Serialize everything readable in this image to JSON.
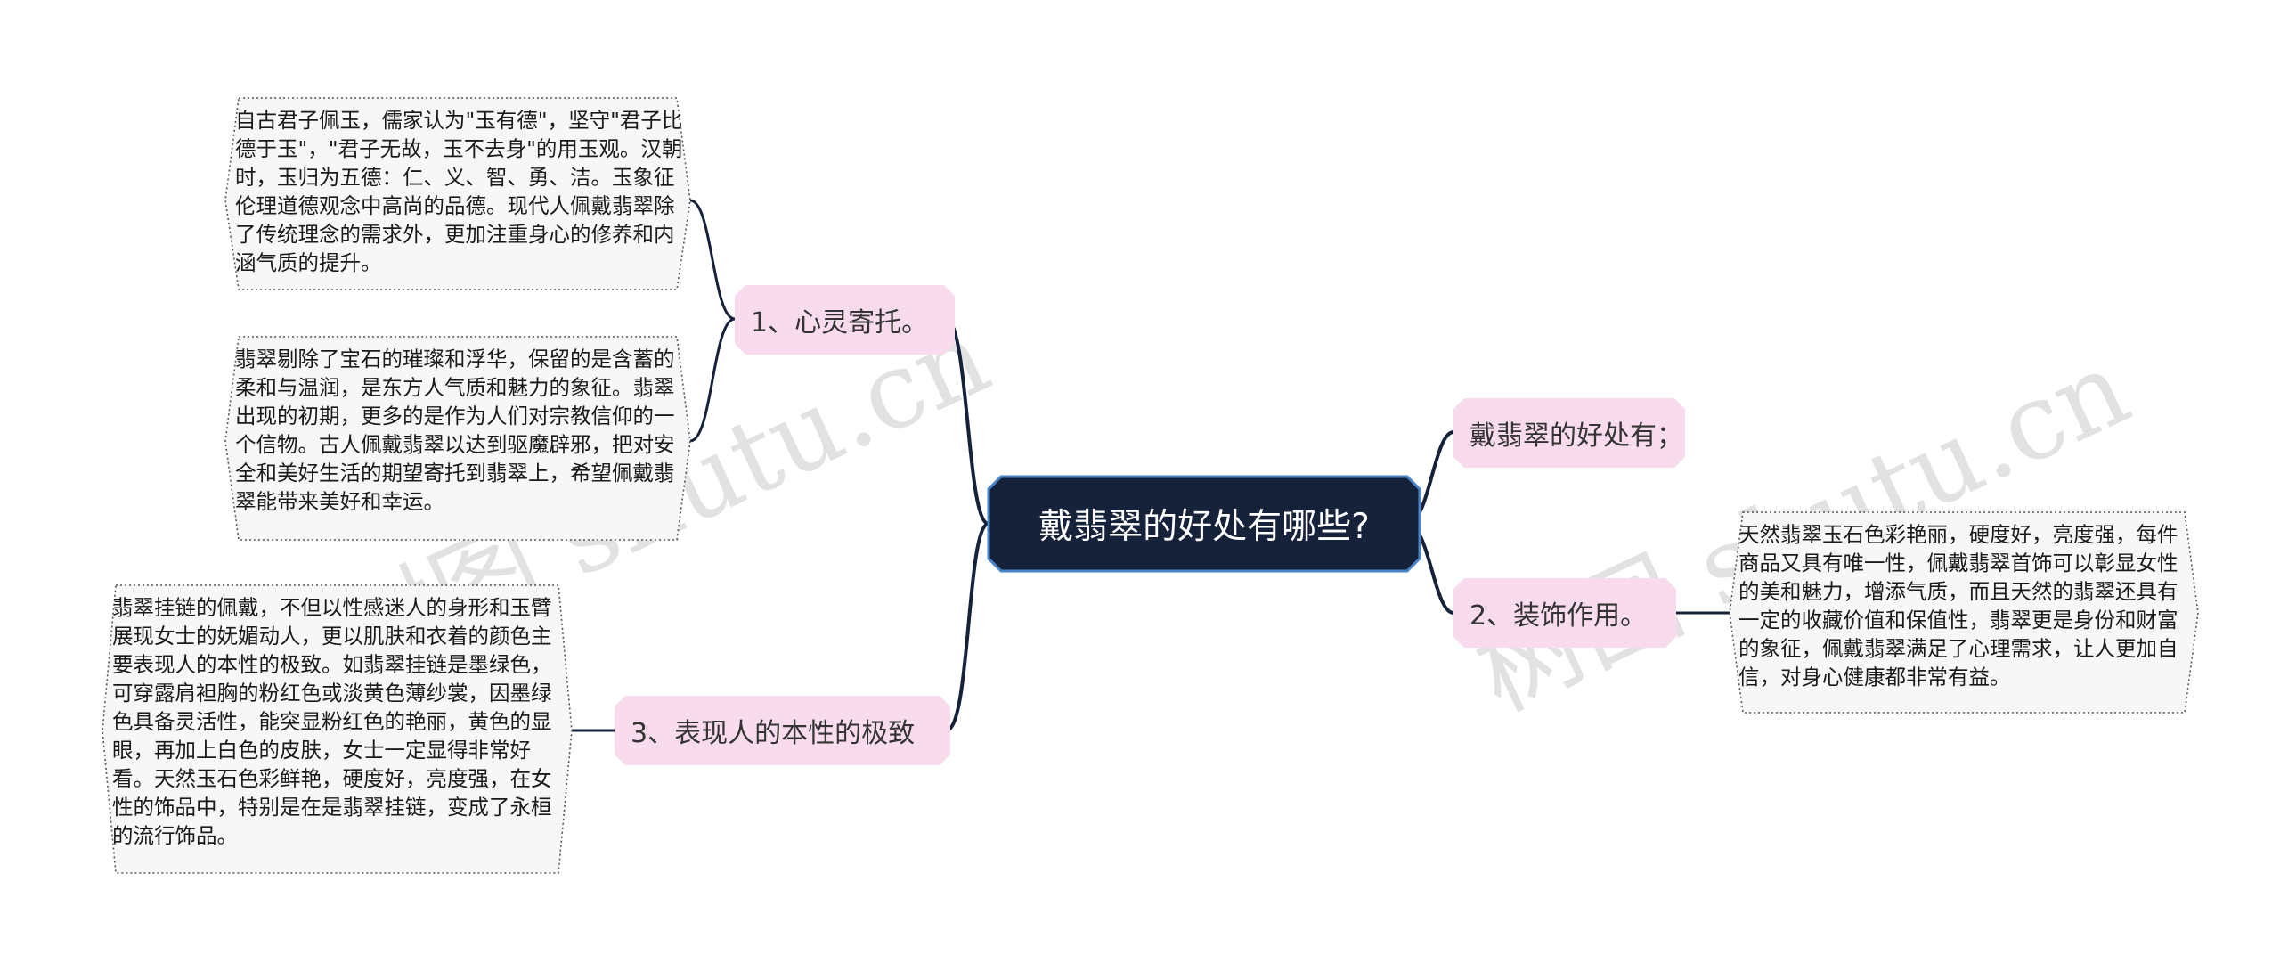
{
  "watermark": {
    "left_text": "树图 shutu.cn",
    "right_text": "树图 shutu.cn"
  },
  "colors": {
    "center_fill": "#16213a",
    "center_border": "#4a84c8",
    "branch_fill": "#f8dcee",
    "line": "#16213a",
    "leaf_fill": "#f7f7f7",
    "leaf_border": "#555555"
  },
  "mindmap": {
    "center": {
      "label": "戴翡翠的好处有哪些?"
    },
    "branches": [
      {
        "id": "b1",
        "label": "1、心灵寄托。"
      },
      {
        "id": "b3",
        "label": "3、表现人的本性的极致"
      },
      {
        "id": "br1",
        "label": "戴翡翠的好处有；"
      },
      {
        "id": "br2",
        "label": "2、装饰作用。"
      }
    ],
    "leaves": [
      {
        "id": "l1",
        "text": "自古君子佩玉，儒家认为\"玉有德\"，坚守\"君子比德于玉\"，\"君子无故，玉不去身\"的用玉观。汉朝时，玉归为五德：仁、义、智、勇、洁。玉象征伦理道德观念中高尚的品德。现代人佩戴翡翠除了传统理念的需求外，更加注重身心的修养和内涵气质的提升。"
      },
      {
        "id": "l2",
        "text": "翡翠剔除了宝石的璀璨和浮华，保留的是含蓄的柔和与温润，是东方人气质和魅力的象征。翡翠出现的初期，更多的是作为人们对宗教信仰的一个信物。古人佩戴翡翠以达到驱魔辟邪，把对安全和美好生活的期望寄托到翡翠上，希望佩戴翡翠能带来美好和幸运。"
      },
      {
        "id": "l3",
        "text": "翡翠挂链的佩戴，不但以性感迷人的身形和玉臂展现女士的妩媚动人，更以肌肤和衣着的颜色主要表现人的本性的极致。如翡翠挂链是墨绿色，可穿露肩袒胸的粉红色或淡黄色薄纱裳，因墨绿色具备灵活性，能突显粉红色的艳丽，黄色的显眼，再加上白色的皮肤，女士一定显得非常好看。天然玉石色彩鲜艳，硬度好，亮度强，在女性的饰品中，特别是在是翡翠挂链，变成了永桓的流行饰品。"
      },
      {
        "id": "l4",
        "text": "天然翡翠玉石色彩艳丽，硬度好，亮度强，每件商品又具有唯一性，佩戴翡翠首饰可以彰显女性的美和魅力，增添气质，而且天然的翡翠还具有一定的收藏价值和保值性，翡翠更是身份和财富的象征，佩戴翡翠满足了心理需求，让人更加自信，对身心健康都非常有益。"
      }
    ]
  }
}
